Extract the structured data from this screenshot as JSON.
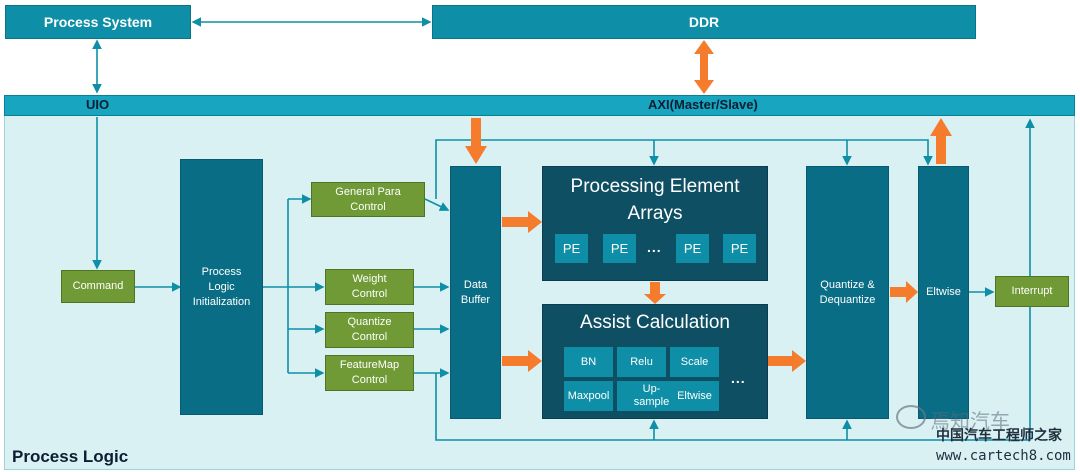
{
  "top": {
    "process_system": "Process System",
    "ddr": "DDR"
  },
  "bus": {
    "uio": "UIO",
    "axi": "AXI(Master/Slave)"
  },
  "blocks": {
    "command": "Command",
    "pl_init": "Process Logic Initialization",
    "general_para": "General Para Control",
    "weight": "Weight Control",
    "quantize_ctrl": "Quantize Control",
    "featuremap": "FeatureMap Control",
    "data_buffer": "Data Buffer",
    "pe_arrays": "Processing Element Arrays",
    "pe_items": [
      "PE",
      "PE",
      "PE",
      "PE"
    ],
    "pe_more": "...",
    "assist": "Assist Calculation",
    "assist_items": [
      "BN",
      "Relu",
      "Scale",
      "Maxpool",
      "Up-sample",
      "Eltwise"
    ],
    "assist_more": "...",
    "quant_dequant": "Quantize & Dequantize",
    "eltwise": "Eltwise",
    "interrupt": "Interrupt"
  },
  "region_label": "Process Logic",
  "watermark": {
    "line1": "焉知汽车",
    "line2": "中国汽车工程师之家",
    "line3": "www.cartech8.com"
  },
  "colors": {
    "teal": "#0e8fa7",
    "navy": "#0e4f63",
    "green": "#6f9a35",
    "orange": "#f47c2c",
    "bus": "#17a5bf"
  }
}
